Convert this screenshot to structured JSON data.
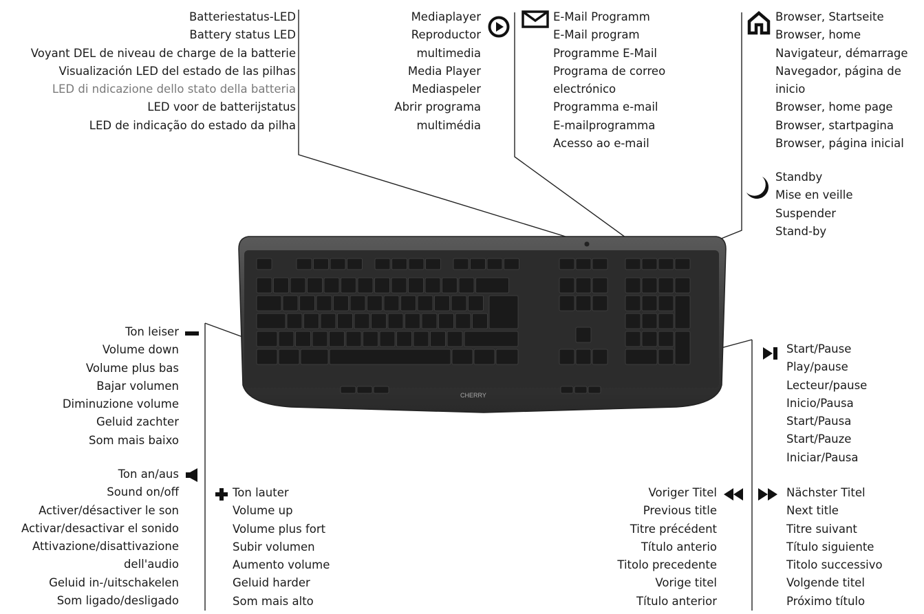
{
  "battery": {
    "lines": [
      "Batteriestatus-LED",
      "Battery status LED",
      "Voyant DEL de niveau de charge de la batterie",
      "Visualización LED del estado de las pilhas",
      "LED di ndicazione dello stato della batteria",
      "LED voor de batterijstatus",
      "LED de indicação do estado da pilha"
    ]
  },
  "media": {
    "lines": [
      "Mediaplayer",
      "Reproductor",
      "multimedia",
      "Media Player",
      "Mediaspeler",
      "Abrir programa",
      "multimédia"
    ]
  },
  "email": {
    "lines": [
      "E-Mail Programm",
      "E-Mail program",
      "Programme E-Mail",
      "Programa de correo",
      "electrónico",
      "Programma e-mail",
      "E-mailprogramma",
      "Acesso ao e-mail"
    ]
  },
  "browser": {
    "lines": [
      "Browser, Startseite",
      "Browser, home",
      "Navigateur, démarrage",
      "Navegador, página de",
      "inicio",
      "Browser, home page",
      "Browser, startpagina",
      "Browser, página inicial"
    ]
  },
  "standby": {
    "lines": [
      "Standby",
      "Mise en veille",
      "Suspender",
      "Stand-by"
    ]
  },
  "voldown": {
    "lines": [
      "Ton leiser",
      "Volume down",
      "Volume plus bas",
      "Bajar volumen",
      "Diminuzione volume",
      "Geluid zachter",
      "Som mais baixo"
    ]
  },
  "play": {
    "lines": [
      "Start/Pause",
      "Play/pause",
      "Lecteur/pause",
      "Inicio/Pausa",
      "Start/Pausa",
      "Start/Pauze",
      "Iniciar/Pausa"
    ]
  },
  "mute": {
    "lines": [
      "Ton an/aus",
      "Sound on/off",
      "Activer/désactiver le son",
      "Activar/desactivar el sonido",
      "Attivazione/disattivazione",
      "dell'audio",
      "Geluid in-/uitschakelen",
      "Som ligado/desligado"
    ]
  },
  "volup": {
    "lines": [
      "Ton lauter",
      "Volume up",
      "Volume plus fort",
      "Subir volumen",
      "Aumento volume",
      "Geluid harder",
      "Som mais alto"
    ]
  },
  "prev": {
    "lines": [
      "Voriger Titel",
      "Previous title",
      "Titre précédent",
      "Título anterio",
      "Titolo precedente",
      "Vorige titel",
      "Título anterior"
    ]
  },
  "next": {
    "lines": [
      "Nächster Titel",
      "Next title",
      "Titre suivant",
      "Título siguiente",
      "Titolo successivo",
      "Volgende titel",
      "Próximo título"
    ]
  },
  "keyboard": {
    "brand": "CHERRY"
  },
  "icons": [
    "media-play-circle-icon",
    "envelope-icon",
    "home-icon",
    "crescent-moon-icon",
    "minus-icon",
    "speaker-icon",
    "plus-icon",
    "rewind-icon",
    "fast-forward-icon",
    "play-pause-icon"
  ]
}
